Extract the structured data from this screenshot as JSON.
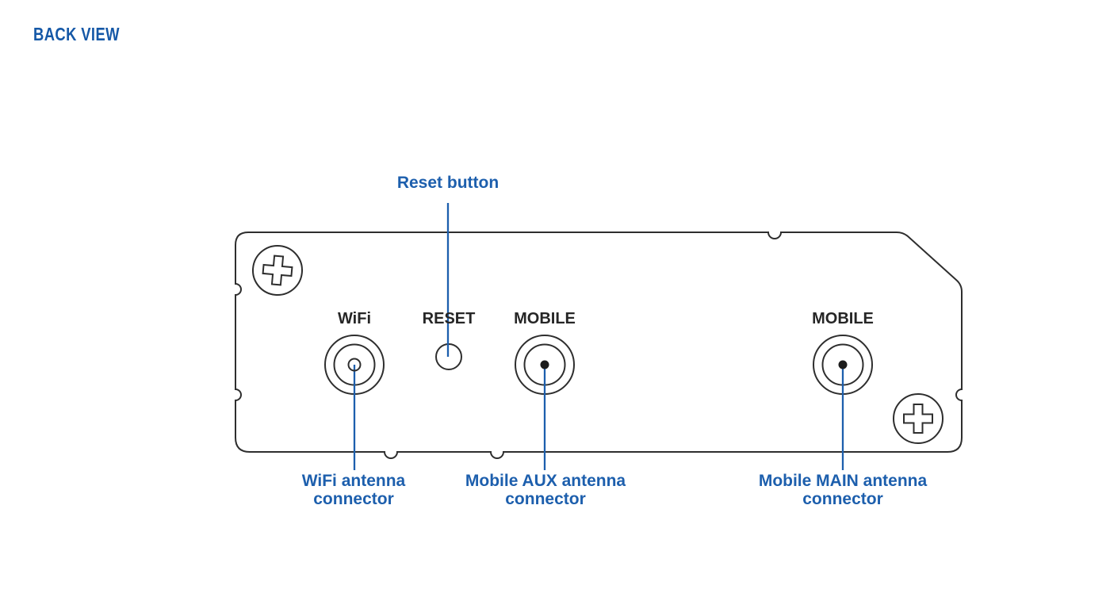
{
  "title": "BACK VIEW",
  "colors": {
    "accent_blue": "#1d5fad",
    "title_blue": "#1558a7",
    "outline_dark": "#2e2e2e",
    "port_label_dark": "#262626",
    "mobile_dot": "#1c1c1c",
    "bg": "#ffffff"
  },
  "port_labels": {
    "wifi": "WiFi",
    "reset": "RESET",
    "mobile_aux": "MOBILE",
    "mobile_main": "MOBILE"
  },
  "annotations": {
    "reset_button": "Reset button",
    "wifi": {
      "line1": "WiFi antenna",
      "line2": "connector"
    },
    "mobile_aux": {
      "line1": "Mobile AUX antenna",
      "line2": "connector"
    },
    "mobile_main": {
      "line1": "Mobile MAIN antenna",
      "line2": "connector"
    }
  }
}
